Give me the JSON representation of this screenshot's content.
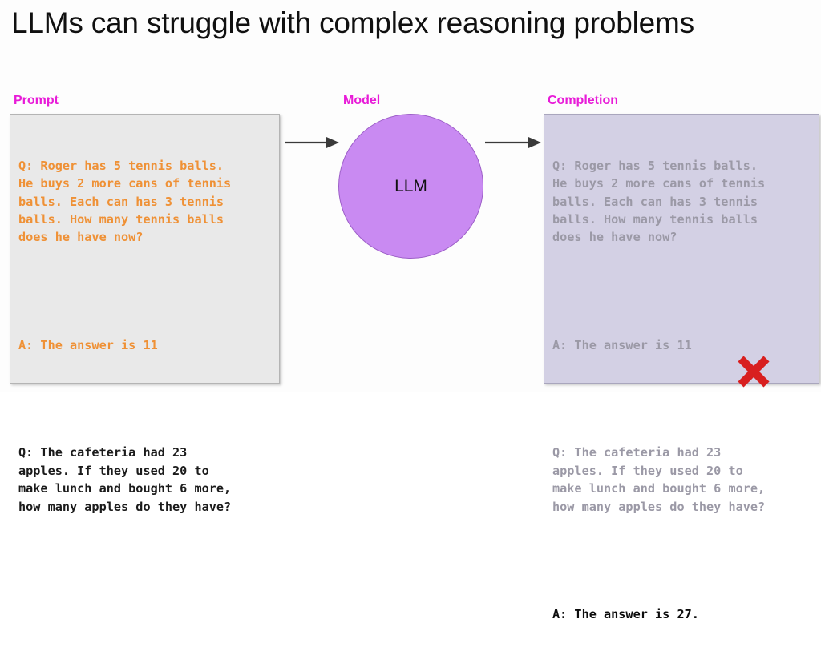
{
  "slide": {
    "title": "LLMs can struggle with complex reasoning problems"
  },
  "colors": {
    "label_magenta": "#e81bd8",
    "prompt_orange": "#ef9136",
    "prompt_black": "#1b1b1b",
    "prompt_bg": "#e9e9e9",
    "completion_bg": "#d3d0e4",
    "completion_faded": "#9b99a6",
    "llm_fill": "#c98af2",
    "llm_stroke": "#9d5fc8",
    "x_mark_red": "#d81f1f",
    "arrow": "#3a3a3a"
  },
  "prompt": {
    "label": "Prompt",
    "example_question": "Q: Roger has 5 tennis balls.\nHe buys 2 more cans of tennis\nballs. Each can has 3 tennis\nballs. How many tennis balls\ndoes he have now?",
    "example_answer": "A: The answer is 11",
    "new_question": "Q: The cafeteria had 23\napples. If they used 20 to\nmake lunch and bought 6 more,\nhow many apples do they have?"
  },
  "model": {
    "label": "Model",
    "node_label": "LLM"
  },
  "completion": {
    "label": "Completion",
    "echoed_example_question": "Q: Roger has 5 tennis balls.\nHe buys 2 more cans of tennis\nballs. Each can has 3 tennis\nballs. How many tennis balls\ndoes he have now?",
    "echoed_example_answer": "A: The answer is 11",
    "echoed_new_question": "Q: The cafeteria had 23\napples. If they used 20 to\nmake lunch and bought 6 more,\nhow many apples do they have?",
    "generated_answer": "A: The answer is 27.",
    "verdict_icon": "red-x-incorrect"
  },
  "arrows": [
    {
      "name": "prompt-to-model",
      "direction": "right"
    },
    {
      "name": "model-to-completion",
      "direction": "right"
    }
  ]
}
